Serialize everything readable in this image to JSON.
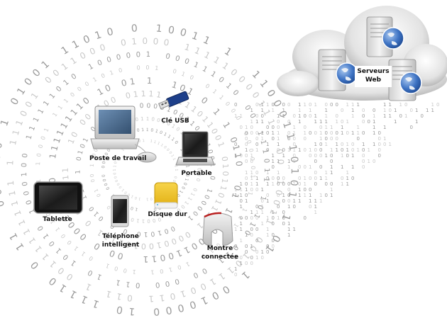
{
  "diagram": {
    "title": "Appareils connectés et serveurs Web",
    "cloud": {
      "label_line1": "Serveurs",
      "label_line2": "Web",
      "server_count": 3
    },
    "devices": [
      {
        "id": "workstation",
        "label": "Poste de travail"
      },
      {
        "id": "usb",
        "label": "Clé USB"
      },
      {
        "id": "laptop",
        "label": "Portable"
      },
      {
        "id": "tablet",
        "label": "Tablette"
      },
      {
        "id": "phone",
        "label_line1": "Téléphone",
        "label_line2": "intelligent"
      },
      {
        "id": "hdd",
        "label": "Disque dur"
      },
      {
        "id": "watch",
        "label_line1": "Montre",
        "label_line2": "connectée"
      }
    ],
    "binary_alphabet": [
      "0",
      "1"
    ],
    "colors": {
      "binary_text": "#9a9a9a",
      "binary_light": "#c8c8c8",
      "cloud": "#e6e6e6",
      "globe": "#3f74c4",
      "usb_blue": "#1d3f8a",
      "hdd_yellow": "#f0c419",
      "label_text": "#111111"
    }
  }
}
